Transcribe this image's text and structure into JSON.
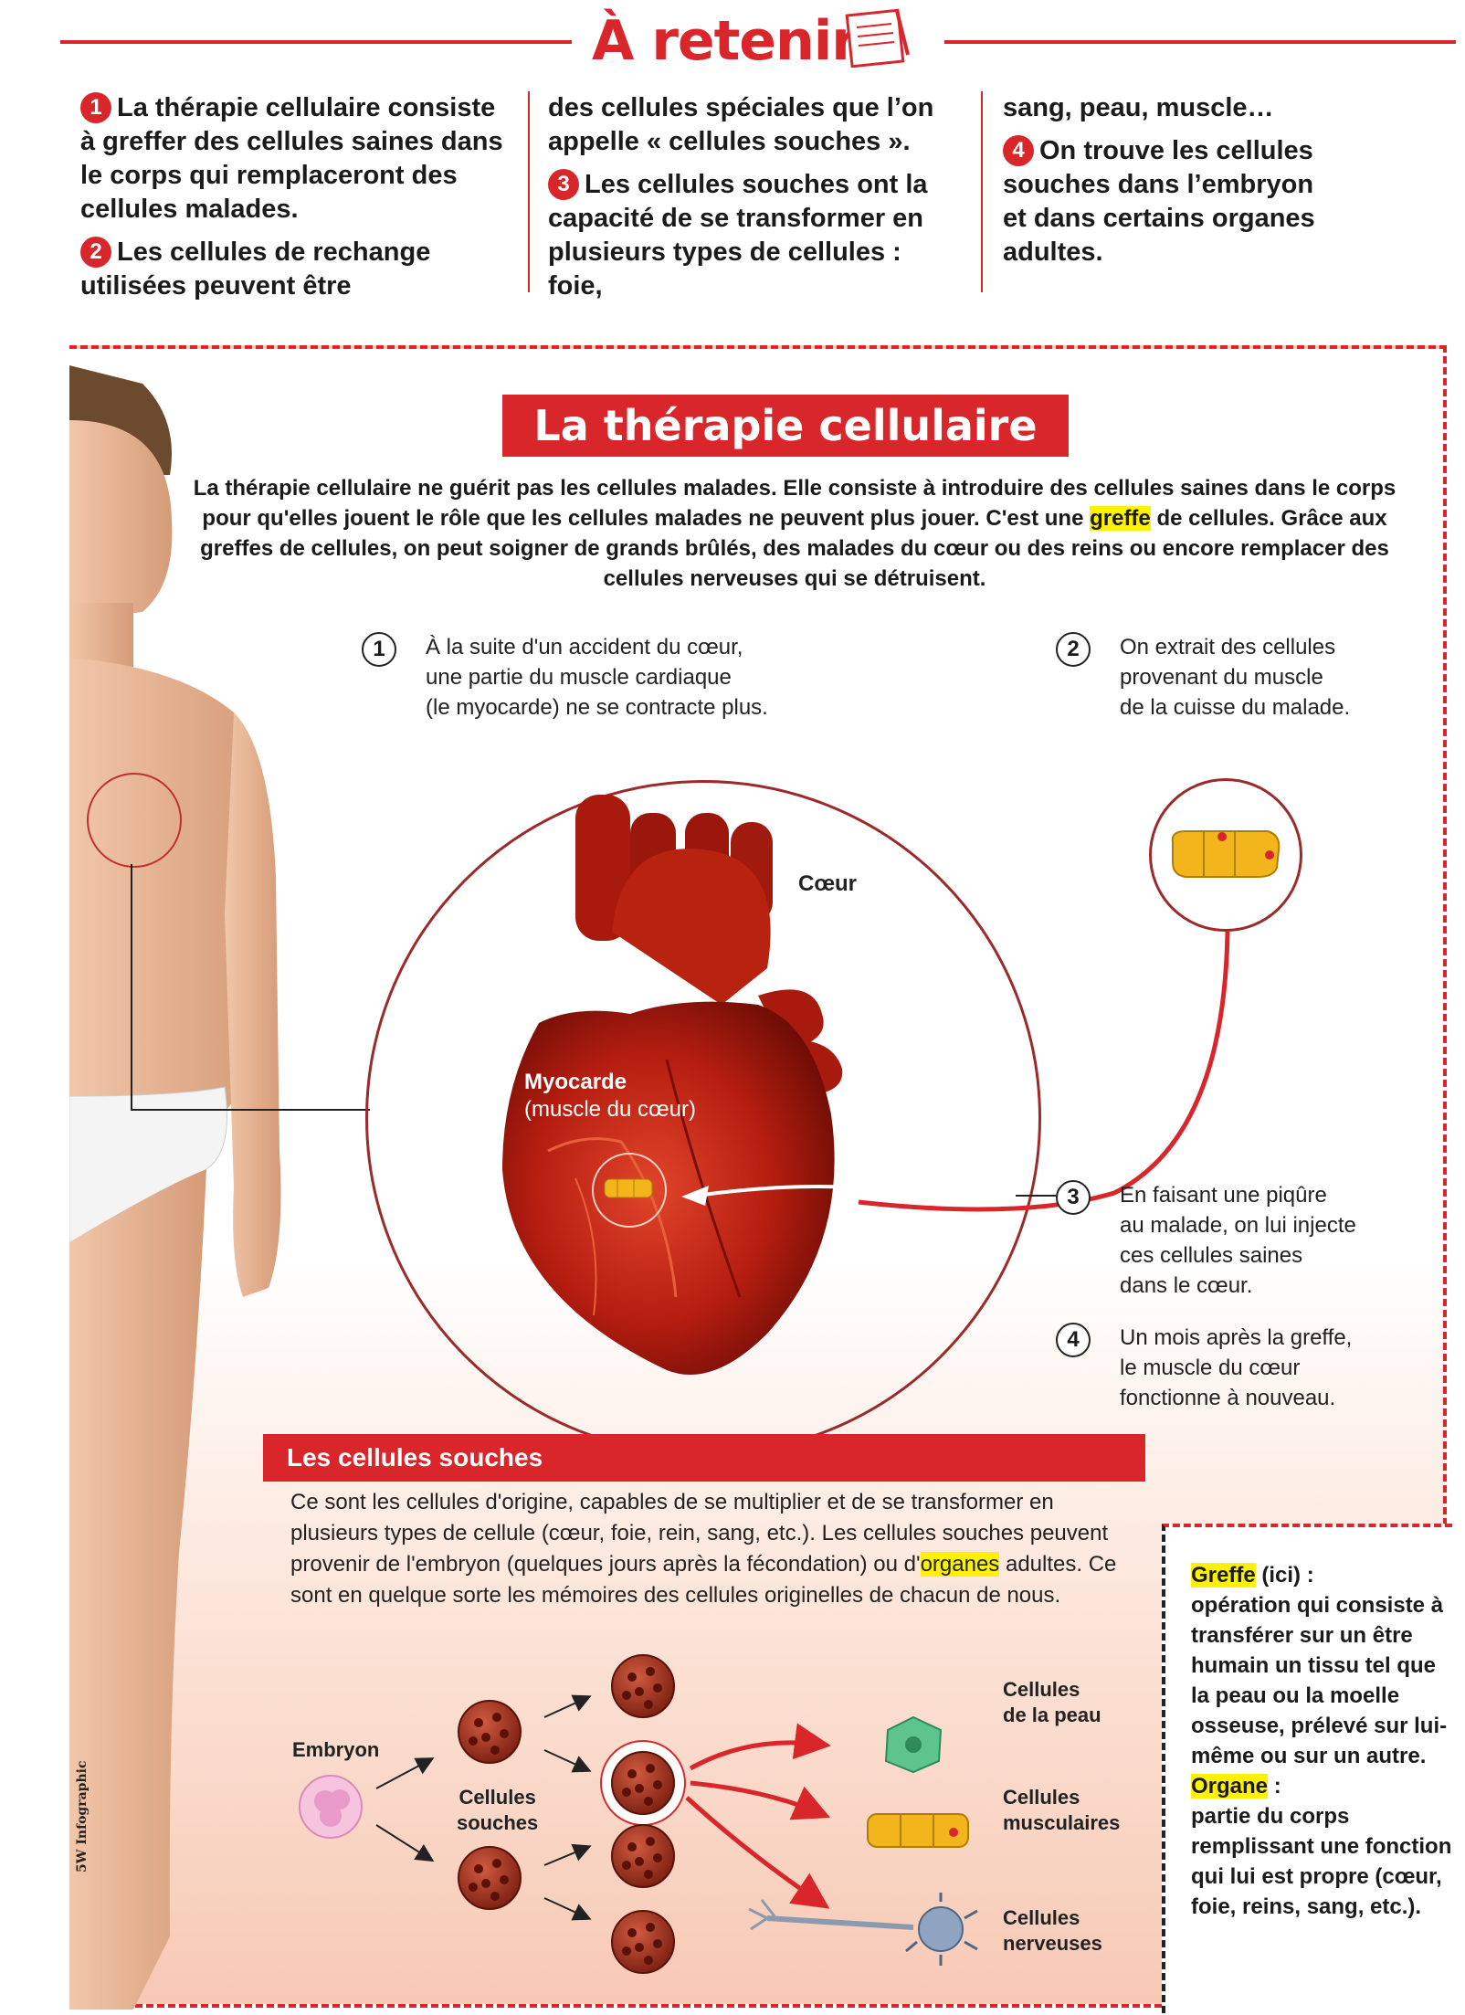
{
  "header": {
    "title": "À retenir",
    "col1": {
      "p1_num": "1",
      "p1": "La thérapie cellulaire consiste à greffer des cellules saines dans le corps qui remplaceront des cellules malades.",
      "p2_num": "2",
      "p2": "Les cellules de rechange utilisées peuvent être"
    },
    "col2": {
      "p1": "des cellules spéciales que l’on appelle « cellules souches ».",
      "p2_num": "3",
      "p2": "Les cellules souches ont la capacité de se transformer en plusieurs types de cellules : foie,"
    },
    "col3": {
      "p1": "sang, peau, muscle…",
      "p2_num": "4",
      "p2": "On trouve les cellules souches dans l’embryon et dans certains organes adultes."
    }
  },
  "main": {
    "title": "La thérapie cellulaire",
    "intro_a": "La thérapie cellulaire ne guérit pas les cellules malades. Elle consiste à introduire des cellules saines dans le corps pour qu'elles jouent le rôle que les cellules malades ne peuvent plus jouer. C'est une",
    "intro_hl": "greffe",
    "intro_b": "de cellules. Grâce aux greffes de cellules, on peut soigner de grands brûlés, des malades du cœur ou des reins ou encore remplacer des cellules nerveuses qui se détruisent.",
    "steps": [
      {
        "num": "1",
        "l1": "À la suite d'un accident du cœur,",
        "l2": "une partie du muscle cardiaque",
        "l3": "(le myocarde) ne se contracte plus."
      },
      {
        "num": "2",
        "l1": "On extrait des cellules",
        "l2": "provenant du muscle",
        "l3": "de la cuisse du malade."
      },
      {
        "num": "3",
        "l1": "En faisant une piqûre",
        "l2": "au malade, on lui injecte",
        "l3": "ces cellules saines",
        "l4": "dans le cœur."
      },
      {
        "num": "4",
        "l1": "Un mois après la greffe,",
        "l2": "le muscle du cœur",
        "l3": "fonctionne à nouveau."
      }
    ],
    "heart_label": "Cœur",
    "myocarde_label": "Myocarde",
    "myocarde_sub": "(muscle du cœur)"
  },
  "stem": {
    "title": "Les cellules souches",
    "text_a": "Ce sont les cellules d'origine, capables de se multiplier et de se transformer en plusieurs types de cellule (cœur, foie, rein, sang, etc.). Les cellules souches peuvent provenir de l'embryon (quelques jours après la fécondation) ou d'",
    "text_hl": "organes",
    "text_b": " adultes. Ce sont en quelque sorte les mémoires des cellules originelles de chacun de nous.",
    "embryon": "Embryon",
    "cellules_souches_1": "Cellules",
    "cellules_souches_2": "souches",
    "peau_1": "Cellules",
    "peau_2": "de la peau",
    "musc_1": "Cellules",
    "musc_2": "musculaires",
    "nerv_1": "Cellules",
    "nerv_2": "nerveuses"
  },
  "definitions": {
    "greffe_term": "Greffe",
    "greffe_suffix": " (ici) :",
    "greffe_def": "opération qui consiste à transférer sur un être humain un tissu tel que la peau ou la moelle osseuse, prélevé sur lui-même ou sur un autre.",
    "organe_term": "Organe",
    "organe_suffix": " :",
    "organe_def": "partie du corps remplissant une fonction qui lui est propre (cœur, foie, reins, sang, etc.)."
  },
  "credit": "5W Infographic",
  "colors": {
    "accent": "#d8262b",
    "highlight": "#fff200",
    "heart": "#b51d10"
  }
}
